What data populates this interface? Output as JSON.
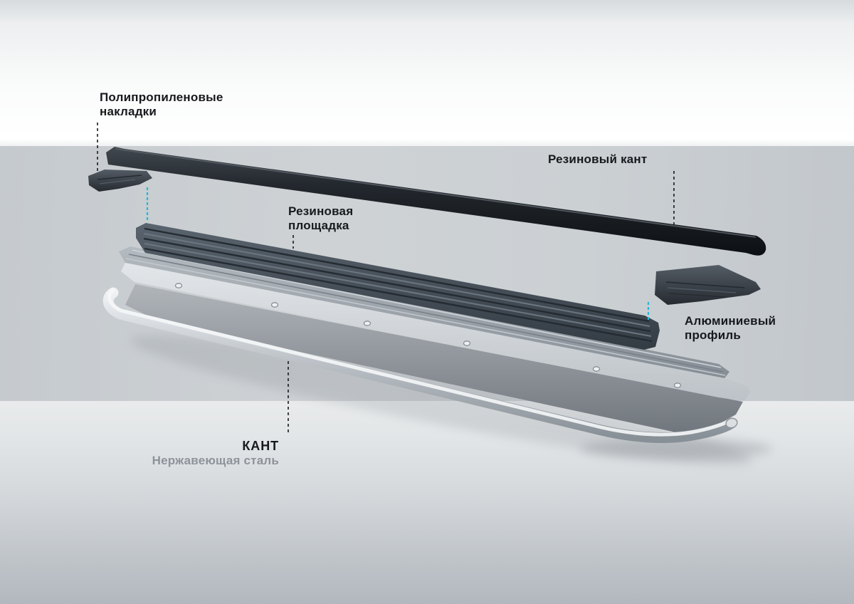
{
  "scene": {
    "subject": "exploded-view-of-vehicle-running-board",
    "parts": [
      {
        "name": "rubber-edge-strip"
      },
      {
        "name": "polypropylene-cap-left"
      },
      {
        "name": "rubber-platform"
      },
      {
        "name": "aluminum-profile"
      },
      {
        "name": "polypropylene-cap-right"
      },
      {
        "name": "stainless-steel-edge"
      }
    ]
  },
  "labels": {
    "polypropylene_pads": {
      "line1": "Полипропиленовые",
      "line2": "накладки"
    },
    "rubber_edge": {
      "text": "Резиновый кант"
    },
    "rubber_platform": {
      "line1": "Резиновая",
      "line2": "площадка"
    },
    "aluminum_profile": {
      "line1": "Алюминиевый",
      "line2": "профиль"
    },
    "steel_edge": {
      "title": "КАНТ",
      "subtitle": "Нержавеющая сталь"
    }
  },
  "colors": {
    "label_dark": "#17191c",
    "label_gray": "#8d939a",
    "leader_black": "#17191c",
    "leader_cyan": "#27b6d8",
    "band_gray": "#c9ced2",
    "rubber_dark": "#15191d",
    "aluminum_silver": "#c3c9cd",
    "steel_bright": "#eef0f2"
  }
}
